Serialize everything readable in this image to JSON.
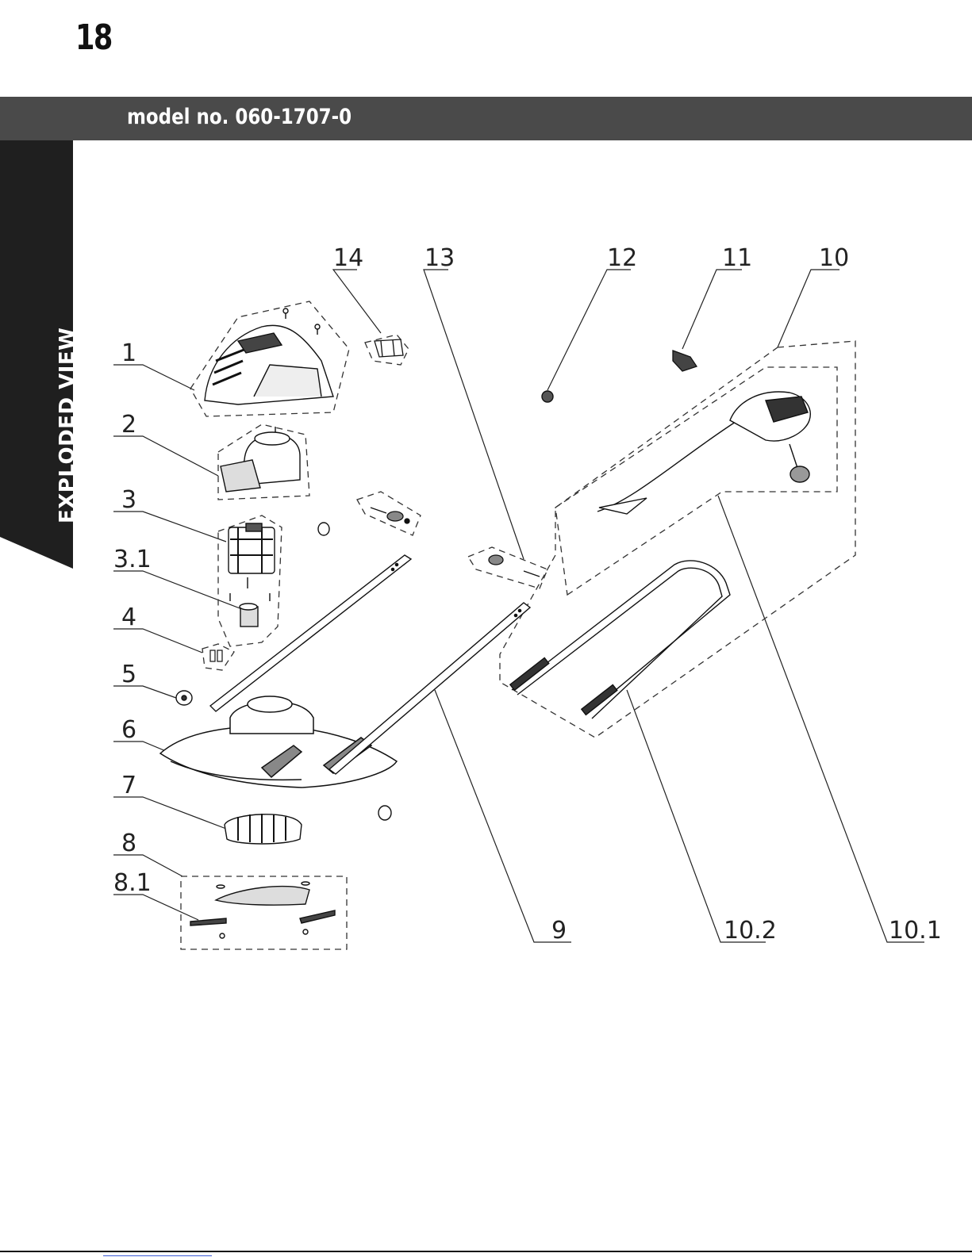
{
  "page": {
    "number": "18"
  },
  "header": {
    "model": "model no. 060-1707-0"
  },
  "sidebar": {
    "label": "EXPLODED VIEW"
  },
  "parts": [
    "1",
    "2",
    "3",
    "3.1",
    "4",
    "5",
    "6",
    "7",
    "8",
    "8.1",
    "9",
    "10",
    "10.1",
    "10.2",
    "11",
    "12",
    "13",
    "14"
  ]
}
